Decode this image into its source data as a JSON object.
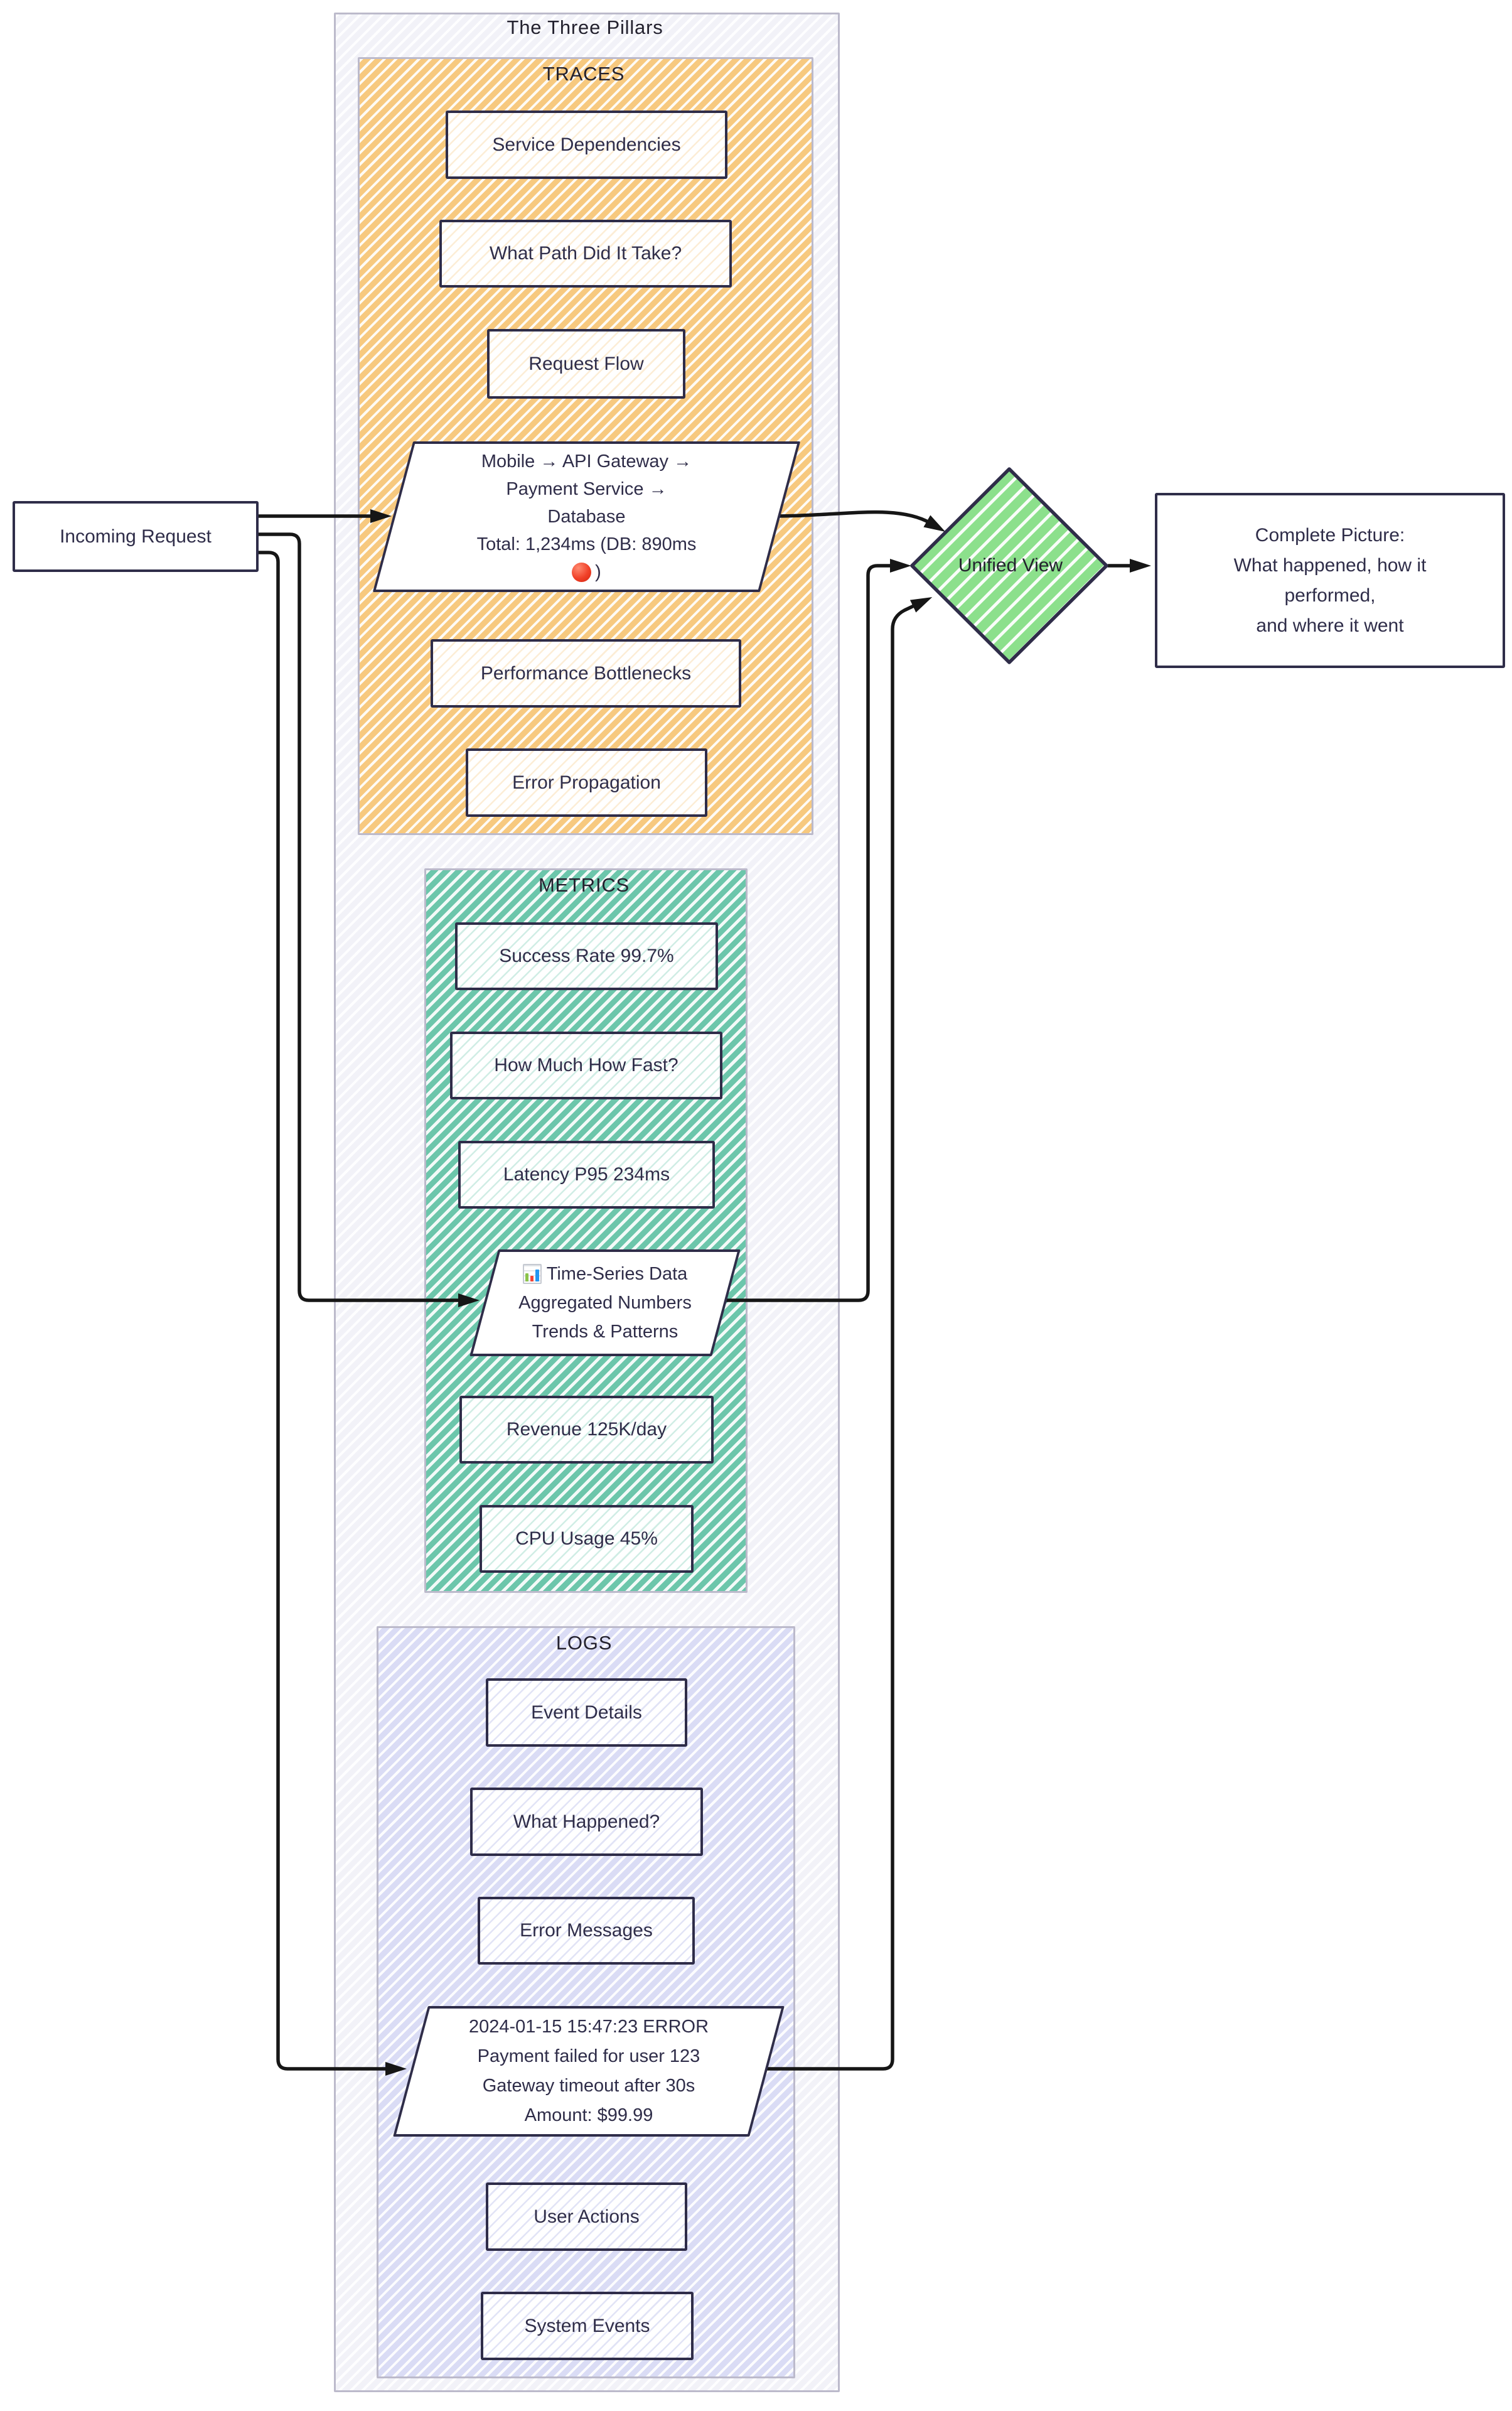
{
  "title": "The Three Pillars",
  "incoming_label": "Incoming Request",
  "unified_label": "Unified View",
  "complete_lines": [
    "Complete Picture:",
    "What happened, how it",
    "performed,",
    "and where it went"
  ],
  "traces": {
    "label": "TRACES",
    "boxes": [
      "Service Dependencies",
      "What Path Did It Take?",
      "Request Flow",
      "Performance Bottlenecks",
      "Error Propagation"
    ],
    "para_lines": [
      "Mobile → API Gateway →",
      "Payment Service →",
      "Database",
      "Total: 1,234ms (DB: 890ms"
    ],
    "para_status_icon": "red-circle",
    "para_close": ")"
  },
  "metrics": {
    "label": "METRICS",
    "boxes": [
      "Success Rate 99.7%",
      "How Much How Fast?",
      "Latency P95 234ms",
      "Revenue 125K/day",
      "CPU Usage 45%"
    ],
    "para_icon": "bar-chart",
    "para_lines": [
      "Time-Series Data",
      "Aggregated Numbers",
      "Trends & Patterns"
    ]
  },
  "logs": {
    "label": "LOGS",
    "boxes": [
      "Event Details",
      "What Happened?",
      "Error Messages",
      "User Actions",
      "System Events"
    ],
    "para_lines": [
      "2024-01-15 15:47:23 ERROR",
      "Payment failed for user 123",
      "Gateway timeout after 30s",
      "Amount: $99.99"
    ]
  },
  "colors": {
    "traces_bg": "#f7c97f",
    "metrics_bg": "#6cc6ab",
    "logs_bg": "#dadcf5",
    "diamond_fill": "#8ce08c",
    "node_border": "#2f2d49",
    "arrow": "#161616",
    "status_red": "#ef3b25"
  }
}
